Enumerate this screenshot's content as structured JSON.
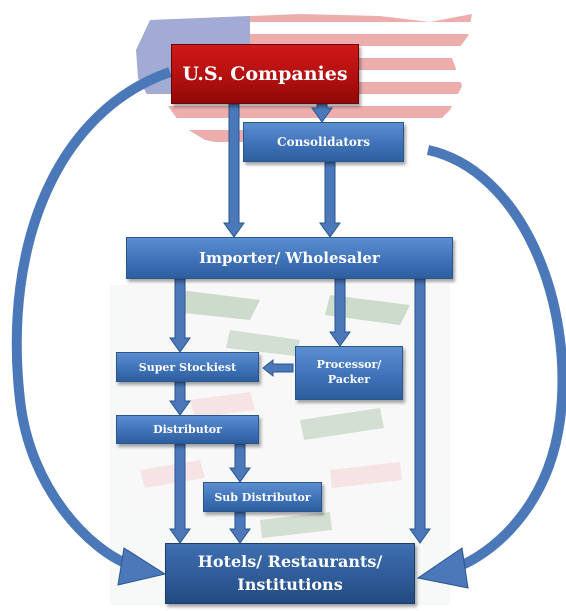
{
  "diagram": {
    "nodes": {
      "us_companies": "U.S. Companies",
      "consolidators": "Consolidators",
      "importer_wholesaler": "Importer/ Wholesaler",
      "super_stockiest": "Super Stockiest",
      "processor_packer_line1": "Processor/",
      "processor_packer_line2": "Packer",
      "distributor": "Distributor",
      "sub_distributor": "Sub Distributor",
      "hri_line1": "Hotels/ Restaurants/",
      "hri_line2": "Institutions"
    },
    "edges": [
      {
        "from": "U.S. Companies",
        "to": "Consolidators"
      },
      {
        "from": "U.S. Companies",
        "to": "Importer/ Wholesaler"
      },
      {
        "from": "U.S. Companies",
        "to": "Hotels/ Restaurants/ Institutions"
      },
      {
        "from": "Consolidators",
        "to": "Importer/ Wholesaler"
      },
      {
        "from": "Consolidators",
        "to": "Hotels/ Restaurants/ Institutions"
      },
      {
        "from": "Importer/ Wholesaler",
        "to": "Super Stockiest"
      },
      {
        "from": "Importer/ Wholesaler",
        "to": "Processor/ Packer"
      },
      {
        "from": "Importer/ Wholesaler",
        "to": "Hotels/ Restaurants/ Institutions"
      },
      {
        "from": "Processor/ Packer",
        "to": "Super Stockiest"
      },
      {
        "from": "Super Stockiest",
        "to": "Distributor"
      },
      {
        "from": "Distributor",
        "to": "Sub Distributor"
      },
      {
        "from": "Distributor",
        "to": "Hotels/ Restaurants/ Institutions"
      },
      {
        "from": "Sub Distributor",
        "to": "Hotels/ Restaurants/ Institutions"
      }
    ],
    "colors": {
      "box_blue": "#3f72b8",
      "box_red": "#b00f0f",
      "arrow_blue": "#4a78b8",
      "arrow_outline": "#2a5690"
    }
  }
}
